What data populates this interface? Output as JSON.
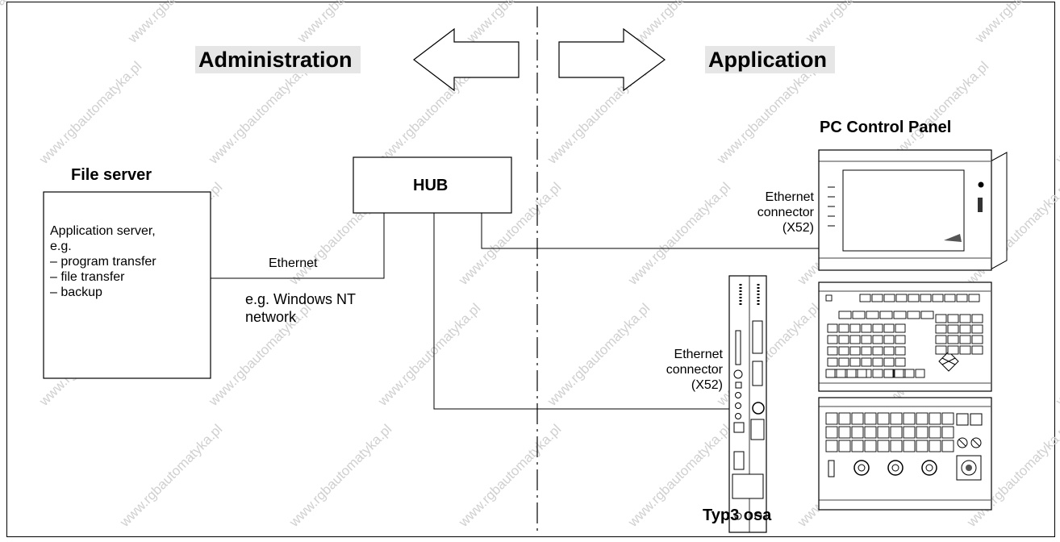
{
  "header": {
    "left": "Administration",
    "right": "Application"
  },
  "file_server": {
    "title": "File server",
    "line1": "Application server,",
    "line2": "e.g.",
    "items": [
      "– program transfer",
      "– file transfer",
      "– backup"
    ]
  },
  "hub": {
    "label": "HUB"
  },
  "link": {
    "ethernet": "Ethernet",
    "network_line1": "e.g.  Windows NT",
    "network_line2": "network"
  },
  "pc_panel": {
    "title": "PC Control Panel",
    "connector_line1": "Ethernet",
    "connector_line2": "connector",
    "connector_line3": "(X52)"
  },
  "typ3": {
    "title": "Typ3 osa",
    "connector_line1": "Ethernet",
    "connector_line2": "connector",
    "connector_line3": "(X52)"
  },
  "watermark": {
    "text": "www.rgbautomatyka.pl"
  }
}
